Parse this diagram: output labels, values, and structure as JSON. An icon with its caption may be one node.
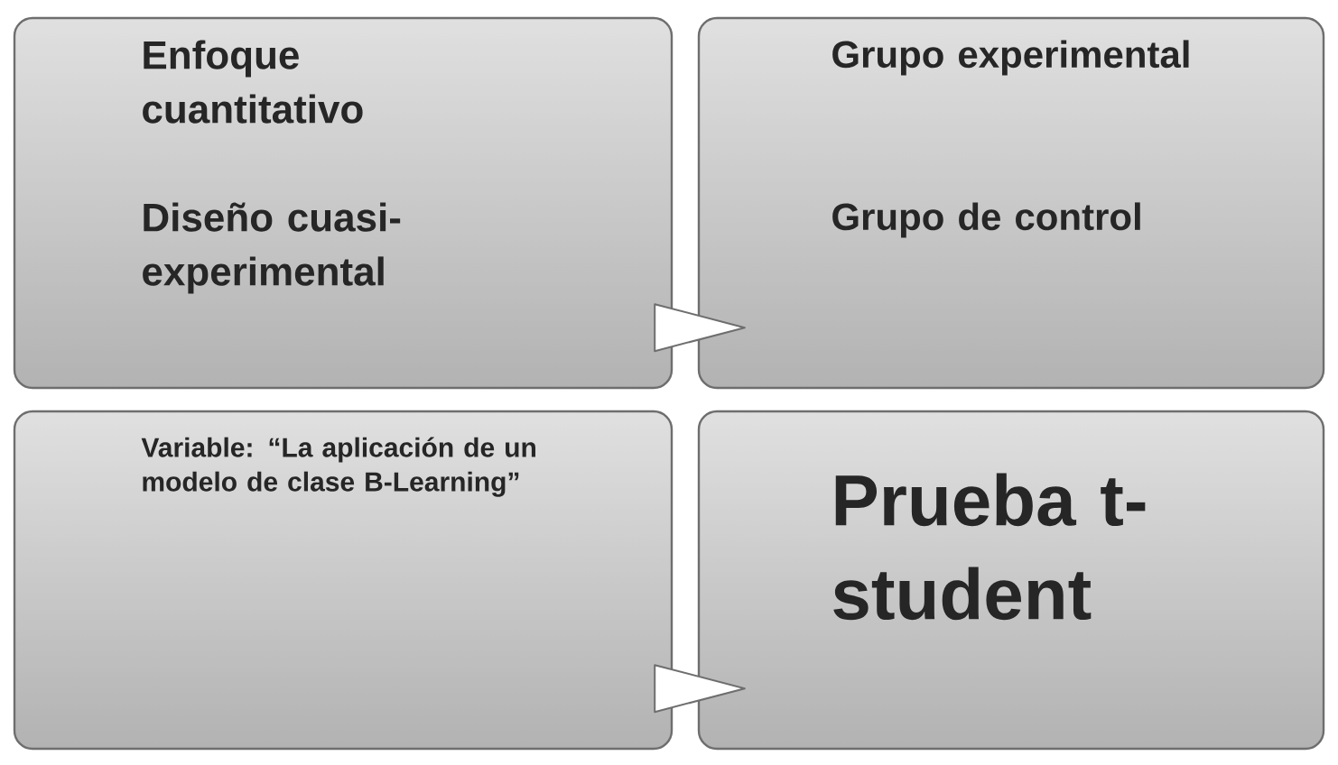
{
  "diagram": {
    "nodes": [
      {
        "text": [
          "Enfoque cuantitativo",
          "Diseño cuasi-experimental"
        ]
      },
      {
        "text": [
          "Grupo experimental",
          "Grupo de control"
        ]
      },
      {
        "text": [
          "Variable: “La aplicación de un modelo de clase B-Learning”"
        ]
      },
      {
        "text": [
          "Prueba t-student"
        ]
      }
    ],
    "edges": [
      {
        "from": 0,
        "to": 1,
        "arrow": "to"
      },
      {
        "from": 2,
        "to": 3,
        "arrow": "to"
      }
    ]
  }
}
